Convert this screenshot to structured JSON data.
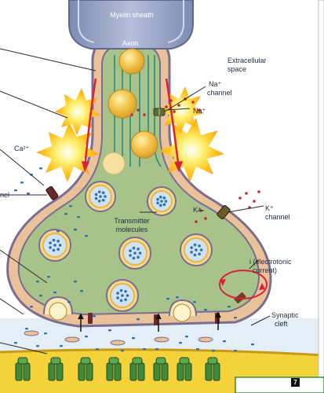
{
  "labels": {
    "myelin_sheath": "Myelin sheath",
    "axon": "Axon",
    "extracellular_space_line1": "Extracellular",
    "extracellular_space_line2": "space",
    "na_channel_line1": "Na⁺",
    "na_channel_line2": "channel",
    "na_ion": "Na⁺",
    "ca_ion": "Ca²⁺",
    "left_channel_fragment": "nel",
    "k_ion": "K⁺",
    "k_channel_line1": "K⁺",
    "k_channel_line2": "channel",
    "transmitter_line1": "Transmitter",
    "transmitter_line2": "molecules",
    "electrotonic_line1": "i (electrotonic",
    "electrotonic_line2": "current)",
    "synaptic_cleft_line1": "Synaptic",
    "synaptic_cleft_line2": "cleft",
    "figure_badge": "7"
  },
  "colors": {
    "myelin": "#8f9dbf",
    "terminal_outer": "#eac29a",
    "terminal_inner": "#a7c389",
    "membrane": "#7b6d92",
    "vesicle": "#f4c24a",
    "transmitter_dot": "#2f6fb8",
    "action_potential_flash": "#ffd21a",
    "current_loop": "#d8233a",
    "postsynaptic": "#f3d23a",
    "receptor": "#3f8a3c"
  }
}
